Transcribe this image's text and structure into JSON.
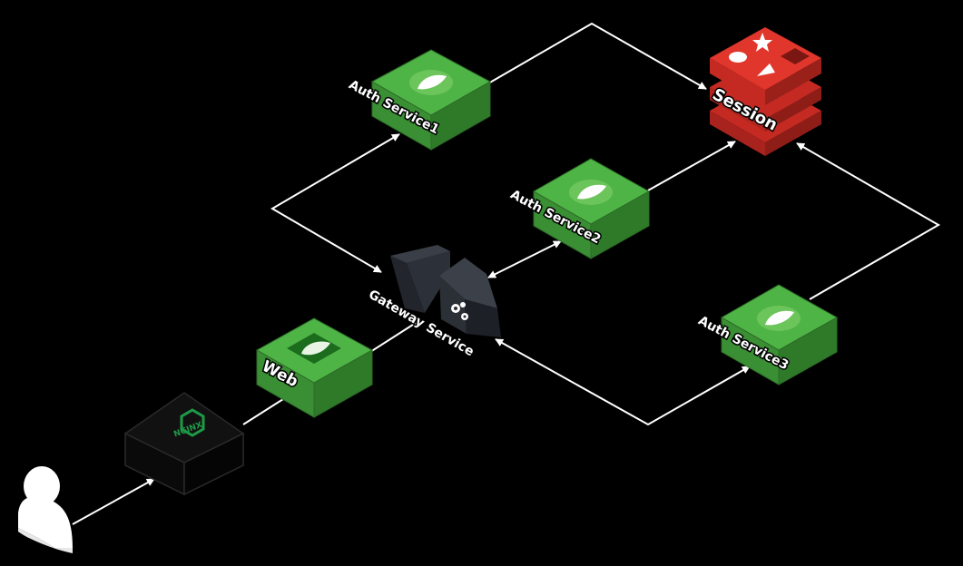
{
  "nodes": {
    "user": {
      "label": "",
      "icon": "user-icon"
    },
    "nginx": {
      "label": "NGINX",
      "icon": "nginx-icon"
    },
    "web": {
      "label": "Web",
      "icon": "leaf-icon"
    },
    "gateway": {
      "label": "Gateway Service",
      "icon": "gears-icon"
    },
    "auth1": {
      "label": "Auth Service1",
      "icon": "spring-leaf-icon"
    },
    "auth2": {
      "label": "Auth Service2",
      "icon": "spring-leaf-icon"
    },
    "auth3": {
      "label": "Auth Service3",
      "icon": "spring-leaf-icon"
    },
    "session": {
      "label": "Session",
      "icon": "redis-icon"
    }
  },
  "colors": {
    "background": "#000000",
    "service_green": "#3f9a3a",
    "redis_red": "#d32f27",
    "gateway_dark": "#2b2f36",
    "connector": "#ffffff"
  }
}
